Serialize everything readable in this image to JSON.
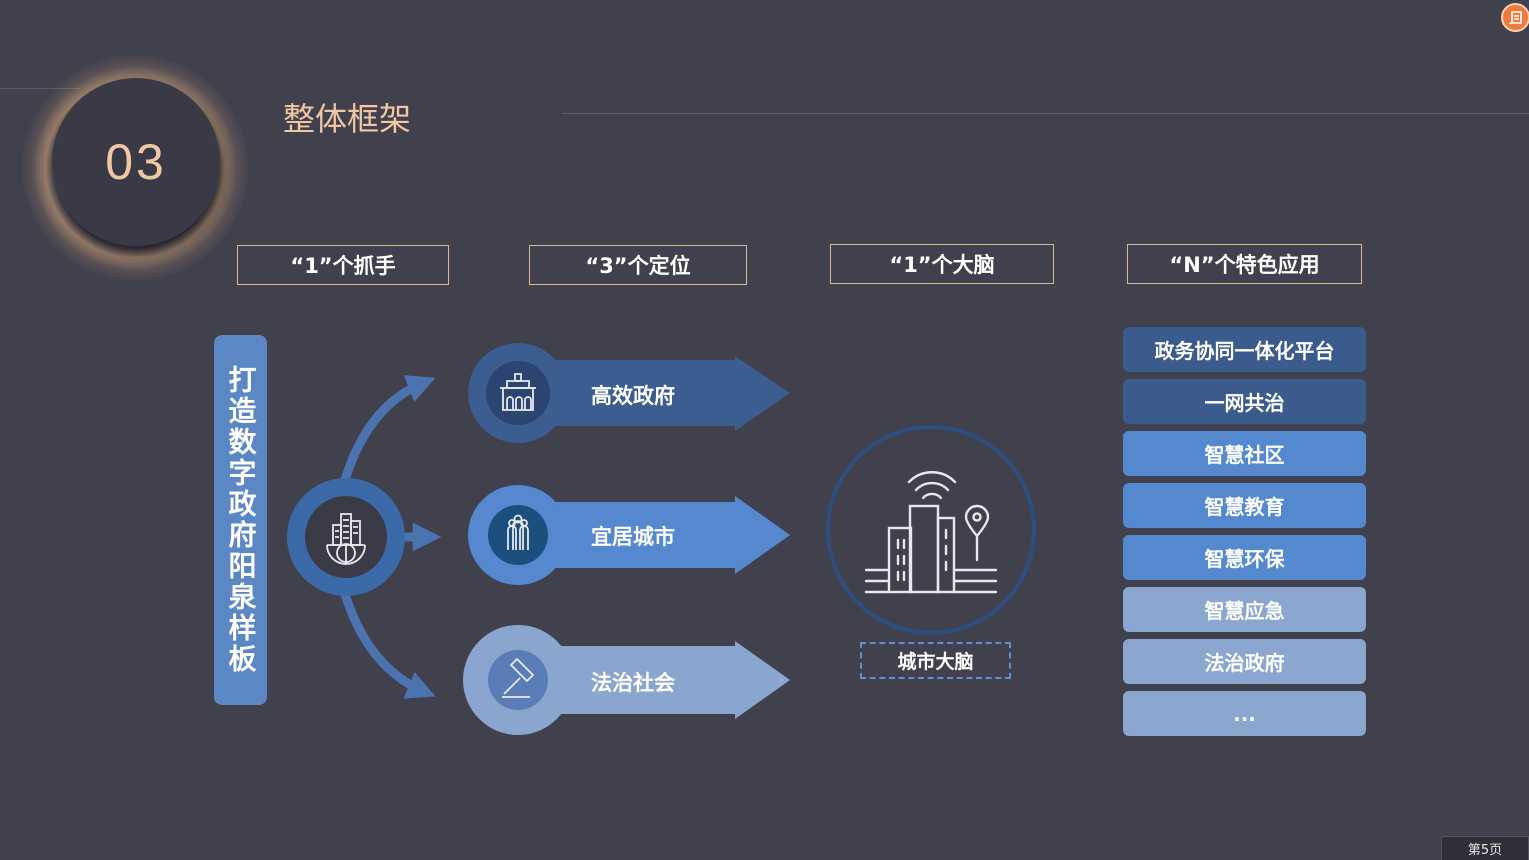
{
  "header": {
    "section_number": "03",
    "section_title": "整体框架"
  },
  "columns": [
    {
      "label": "“1”个抓手"
    },
    {
      "label": "“3”个定位"
    },
    {
      "label": "“1”个大脑"
    },
    {
      "label": "“N”个特色应用"
    }
  ],
  "handle": {
    "vertical_label": "打造数字政府阳泉样板",
    "hub_icon": "globe-buildings-icon"
  },
  "positions": [
    {
      "label": "高效政府",
      "icon": "government-building-icon"
    },
    {
      "label": "宜居城市",
      "icon": "people-group-icon"
    },
    {
      "label": "法治社会",
      "icon": "gavel-icon"
    }
  ],
  "brain": {
    "label": "城市大脑",
    "icon": "smart-city-icon"
  },
  "apps": [
    {
      "label": "政务协同一体化平台",
      "color": "#3a5b8c"
    },
    {
      "label": "一网共治",
      "color": "#3a5b8c"
    },
    {
      "label": "智慧社区",
      "color": "#5589cf"
    },
    {
      "label": "智慧教育",
      "color": "#5589cf"
    },
    {
      "label": "智慧环保",
      "color": "#5589cf"
    },
    {
      "label": "智慧应急",
      "color": "#8ba6cf"
    },
    {
      "label": "法治政府",
      "color": "#8ba6cf"
    },
    {
      "label": "...",
      "color": "#8ba6cf"
    }
  ],
  "page_indicator": "第5页",
  "colors": {
    "background": "#41404d",
    "accent_gold": "#f0c7a3",
    "dark_blue": "#3a5b8c",
    "mid_blue": "#5589cf",
    "light_blue": "#8ba6cf"
  }
}
